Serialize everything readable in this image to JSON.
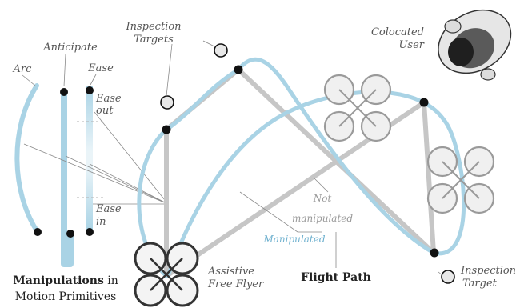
{
  "colors": {
    "manipulated": "#a9d3e5",
    "original_path": "#c6c6c6",
    "node": "#111111",
    "leader": "#8a8a8a",
    "drone_dark": "#333333",
    "drone_light": "#9a9a9a",
    "target_fill": "#e8e8e8"
  },
  "icons": {
    "drone_main": "quadrotor-icon",
    "drone_ghost": "quadrotor-ghost-icon",
    "user": "person-topdown-icon",
    "target": "target-circle-icon"
  },
  "primitives": {
    "arc": "Arc",
    "anticipate": "Anticipate",
    "ease": "Ease",
    "ease_out_1": "Ease",
    "ease_out_2": "out",
    "ease_in_1": "Ease",
    "ease_in_2": "in",
    "caption_bold": "Manipulations",
    "caption_rest": " in",
    "caption_line2": "Motion Primitives"
  },
  "scene": {
    "inspection_targets_1": "Inspection",
    "inspection_targets_2": "Targets",
    "colocated_1": "Colocated",
    "colocated_2": "User",
    "not_manip_1": "Not",
    "not_manip_2": "manipulated",
    "manipulated": "Manipulated",
    "flight_path": "Flight Path",
    "assistive_1": "Assistive",
    "assistive_2": "Free Flyer",
    "inspection_target_1": "Inspection",
    "inspection_target_2": "Target"
  }
}
